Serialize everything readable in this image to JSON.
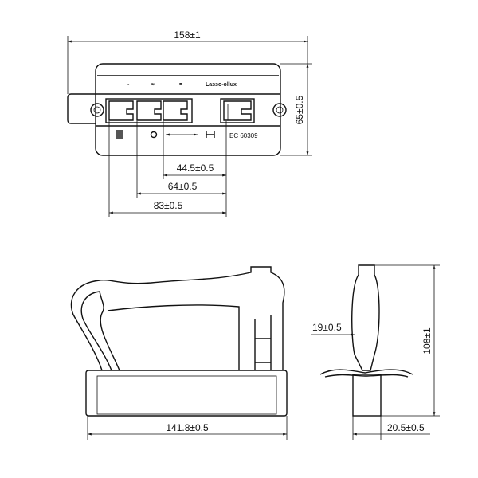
{
  "dimensions": {
    "overall_width": "158±1",
    "height_top": "65±0.5",
    "pitch_1": "44.5±0.5",
    "pitch_2": "64±0.5",
    "pitch_3": "83±0.5",
    "base_length": "141.8±0.5",
    "overall_height": "108±1",
    "side_offset": "19±0.5",
    "base_width": "20.5±0.5"
  },
  "markings": {
    "standard": "EC 60309",
    "top_label": "Lasso-ollux"
  },
  "colors": {
    "line": "#111111",
    "background": "#ffffff"
  }
}
